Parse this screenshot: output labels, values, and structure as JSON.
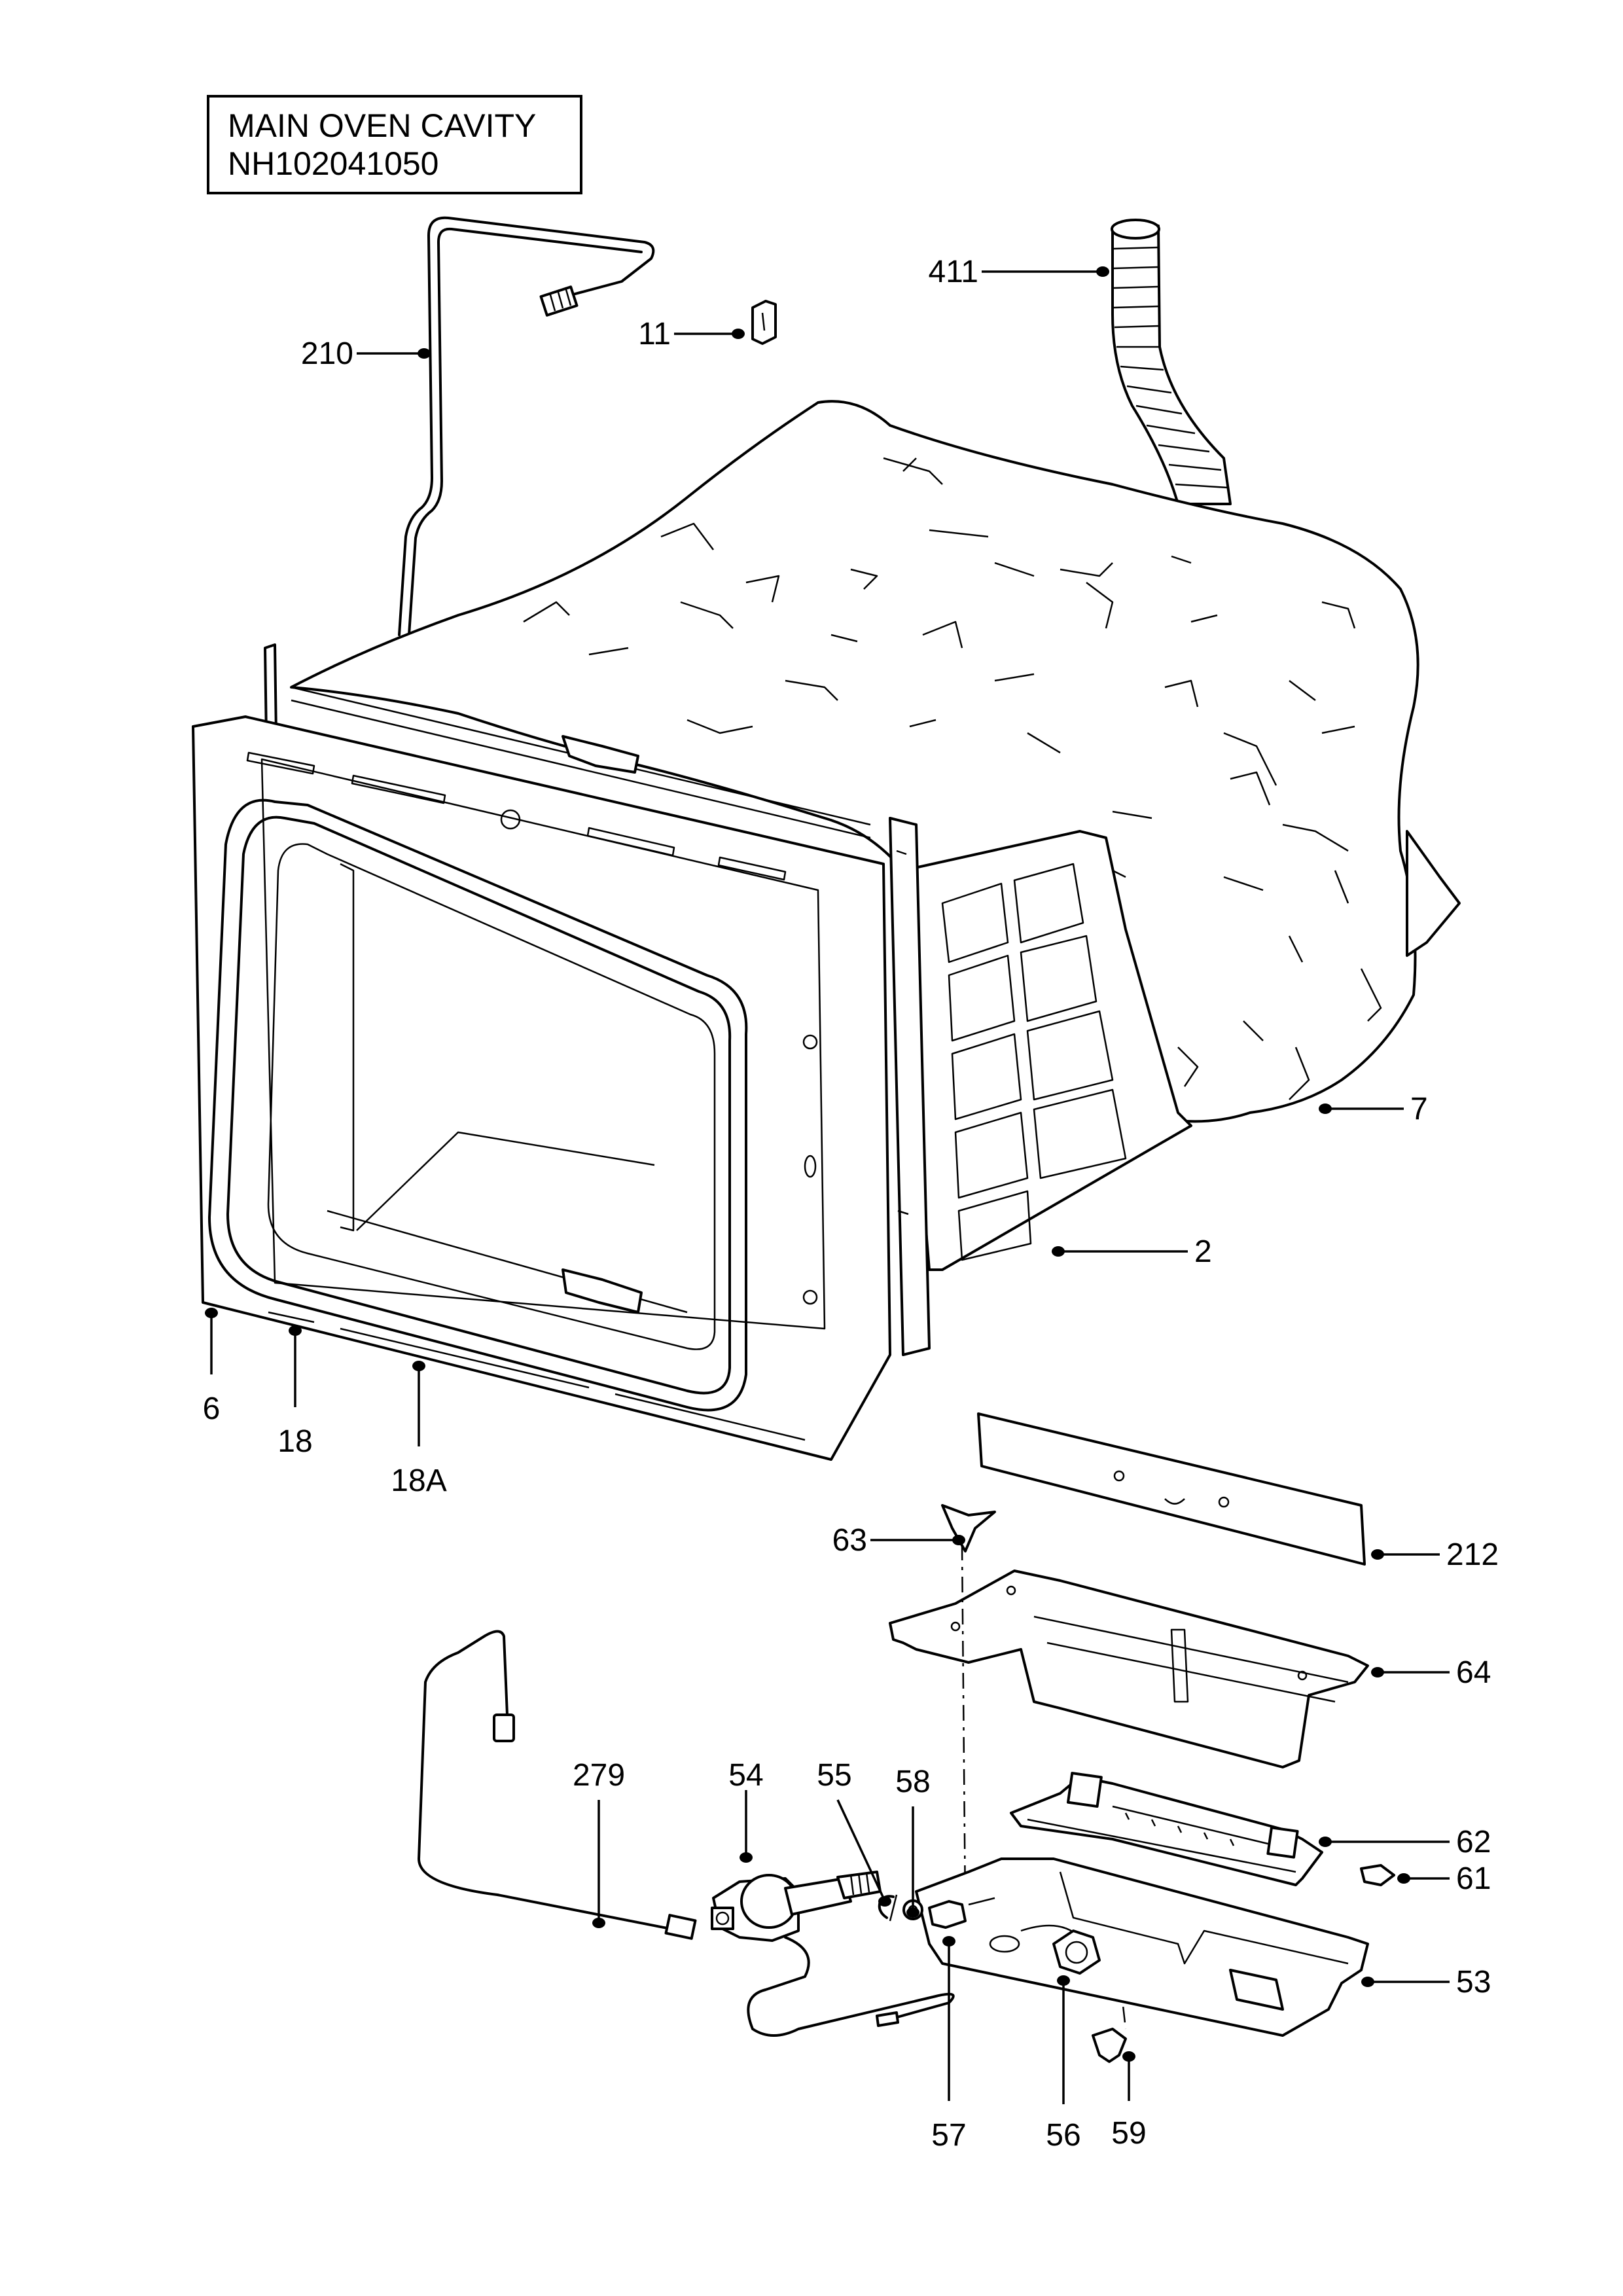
{
  "title": {
    "line1": "MAIN OVEN CAVITY",
    "line2": "NH102041050"
  },
  "callouts": {
    "c210": "210",
    "c11": "11",
    "c411": "411",
    "c7": "7",
    "c2": "2",
    "c6": "6",
    "c18": "18",
    "c18a": "18A",
    "c212": "212",
    "c63": "63",
    "c64": "64",
    "c279": "279",
    "c54": "54",
    "c55": "55",
    "c58": "58",
    "c62": "62",
    "c61": "61",
    "c53": "53",
    "c57": "57",
    "c56": "56",
    "c59": "59"
  }
}
